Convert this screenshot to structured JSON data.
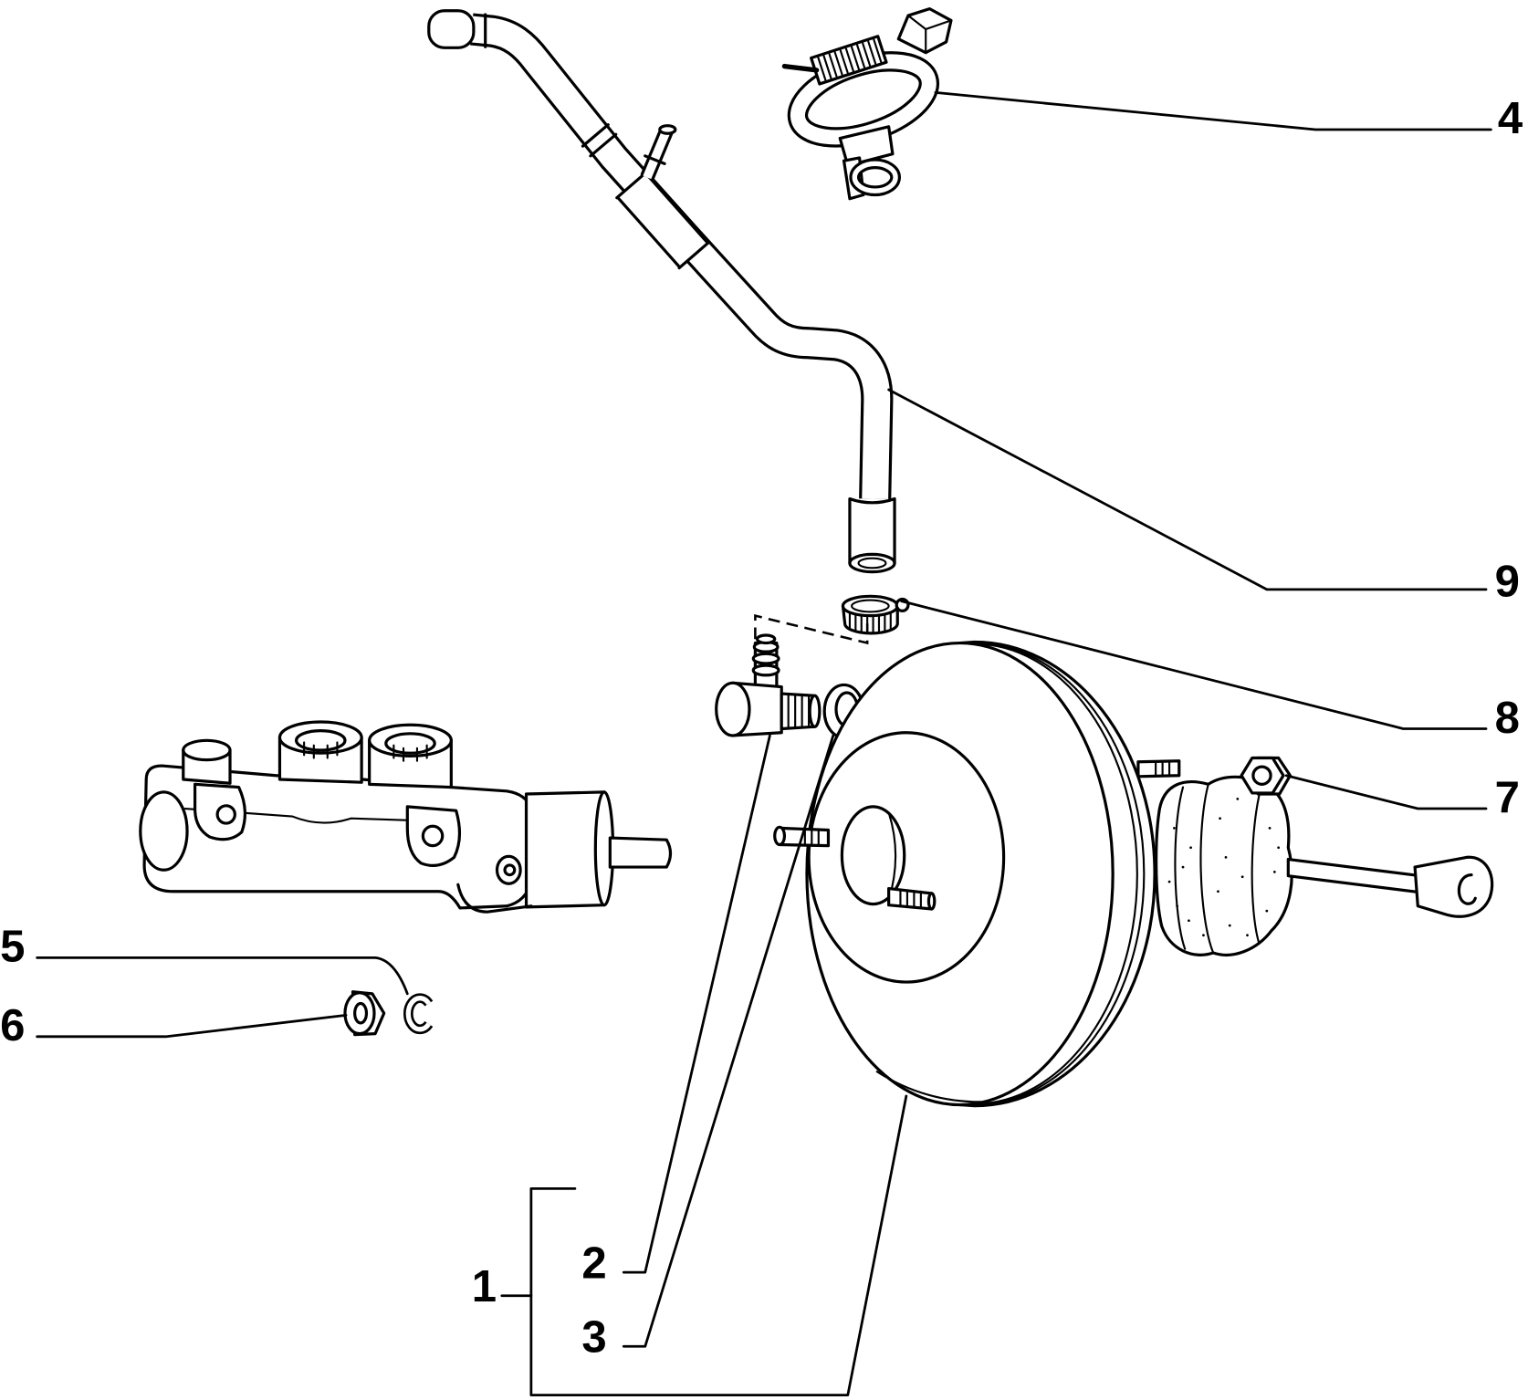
{
  "diagram": {
    "callouts": {
      "booster_assembly": "1",
      "elbow_fitting": "2",
      "grommet": "3",
      "hose_clamp": "4",
      "washer": "5",
      "nut_small": "6",
      "nut": "7",
      "hose_clip": "8",
      "vacuum_hose": "9"
    }
  },
  "colors": {
    "ink": "#000000",
    "paper": "#ffffff"
  }
}
